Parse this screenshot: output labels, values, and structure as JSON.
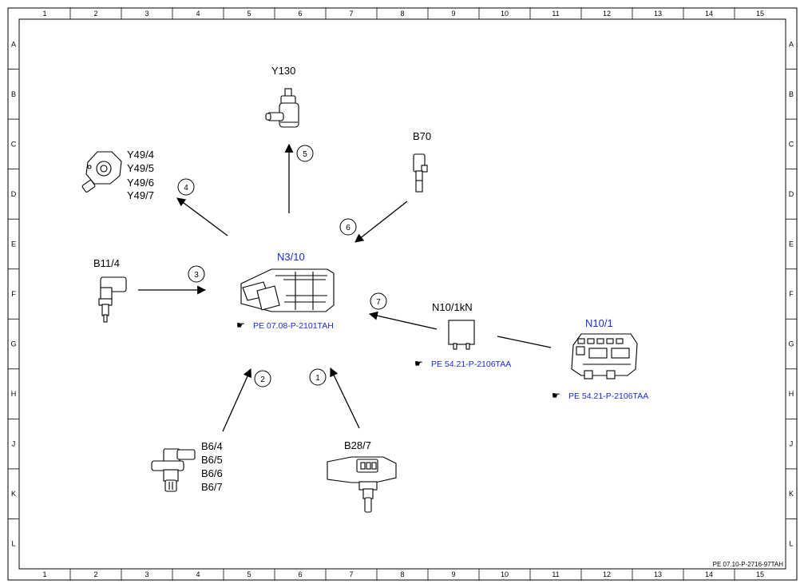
{
  "grid": {
    "columns": [
      "1",
      "2",
      "3",
      "4",
      "5",
      "6",
      "7",
      "8",
      "9",
      "10",
      "11",
      "12",
      "13",
      "14",
      "15"
    ],
    "rows": [
      "A",
      "B",
      "C",
      "D",
      "E",
      "F",
      "G",
      "H",
      "J",
      "K",
      "L"
    ]
  },
  "components": {
    "y130": {
      "label": "Y130"
    },
    "b70": {
      "label": "B70"
    },
    "y49": {
      "labels": [
        "Y49/4",
        "Y49/5",
        "Y49/6",
        "Y49/7"
      ]
    },
    "b11": {
      "label": "B11/4"
    },
    "n3": {
      "label": "N3/10",
      "ref": "PE 07.08-P-2101TAH"
    },
    "n10kn": {
      "label": "N10/1kN",
      "ref": "PE 54.21-P-2106TAA"
    },
    "n10": {
      "label": "N10/1",
      "ref": "PE 54.21-P-2106TAA"
    },
    "b6": {
      "labels": [
        "B6/4",
        "B6/5",
        "B6/6",
        "B6/7"
      ]
    },
    "b28": {
      "label": "B28/7"
    }
  },
  "signals": [
    "1",
    "2",
    "3",
    "4",
    "5",
    "6",
    "7"
  ],
  "footer": "PE 07.10-P-2716-97TAH",
  "colors": {
    "blue_text": "#1a2bd6",
    "lines": "#000000"
  }
}
